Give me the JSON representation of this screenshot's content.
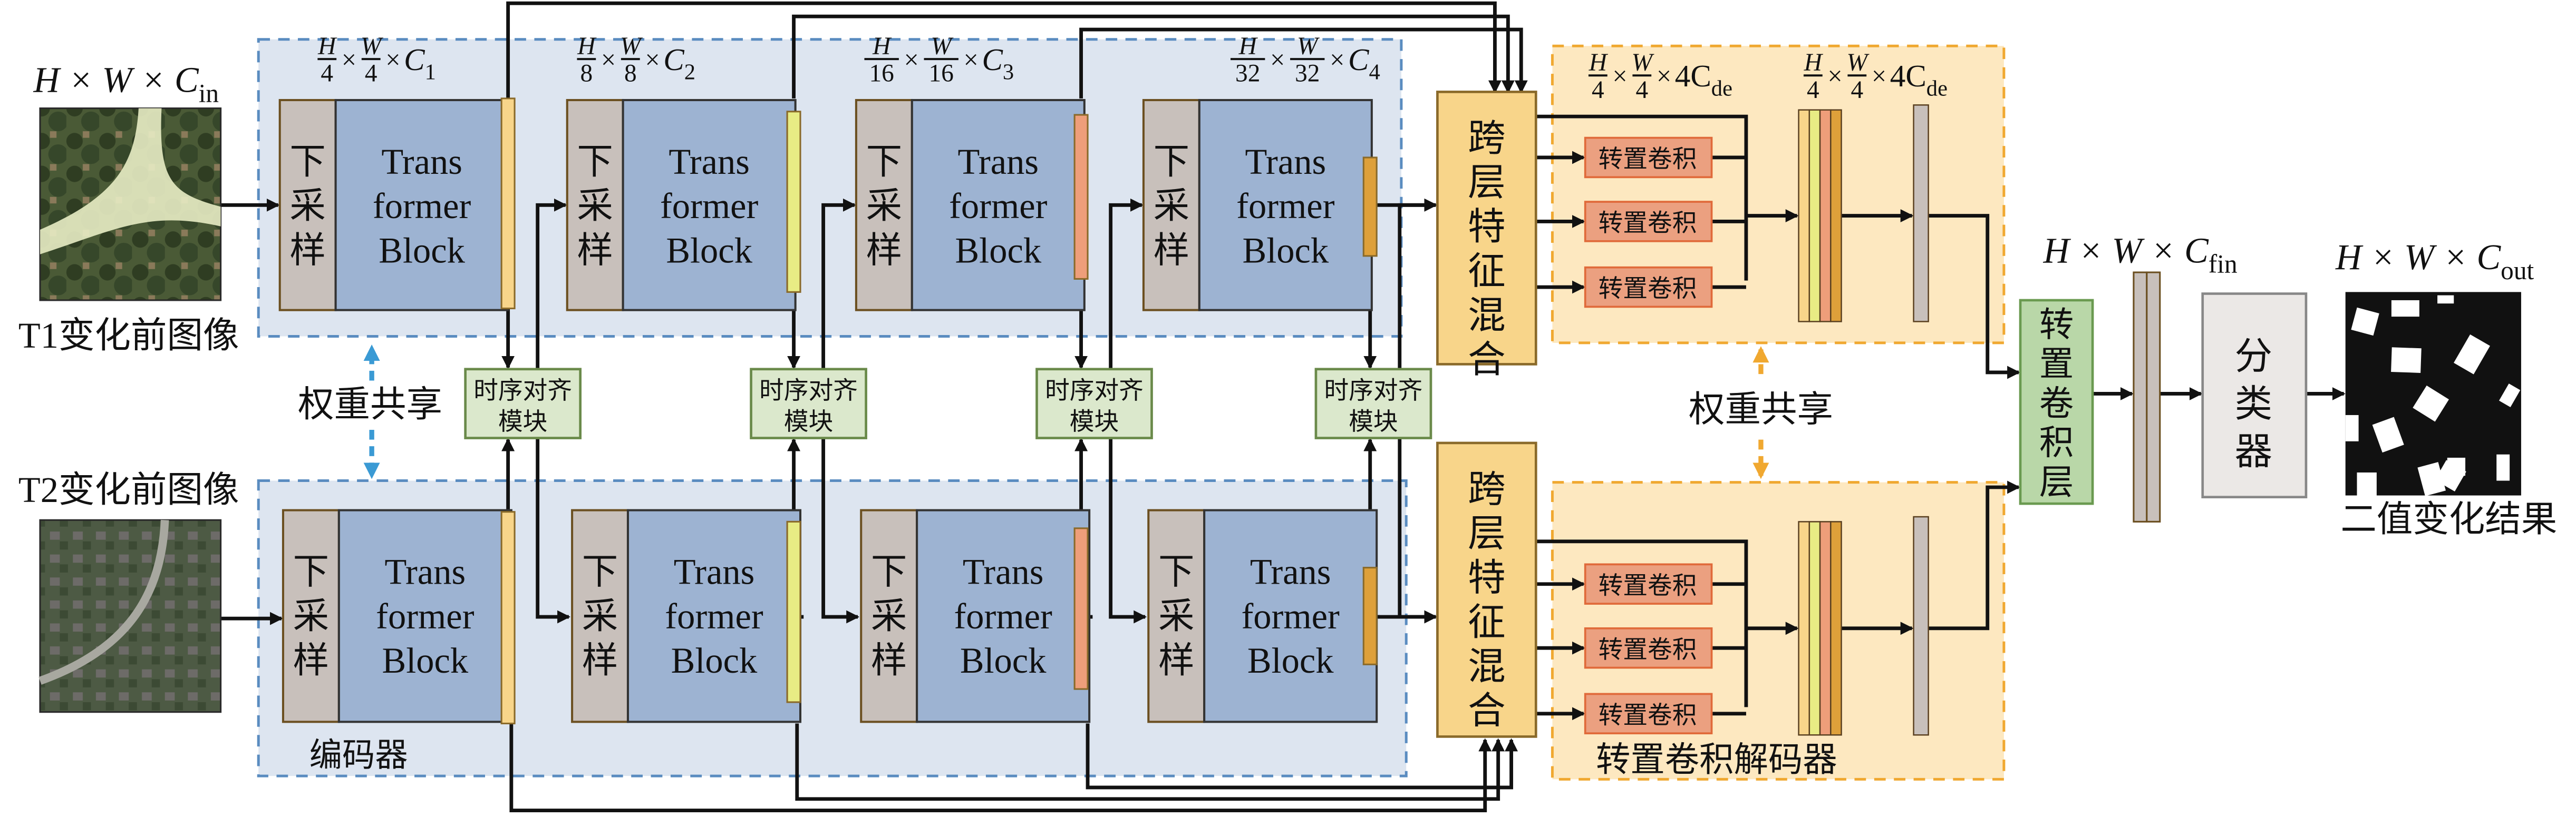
{
  "title": "Dual-branch Transformer change detection network architecture",
  "inputs": {
    "t1": {
      "label": "T1变化前图像",
      "dim": {
        "base": "H × W × C",
        "sub": "in"
      }
    },
    "t2": {
      "label": "T2变化前图像"
    }
  },
  "encoder": {
    "label": "编码器",
    "stages": [
      {
        "down": [
          "下",
          "采",
          "样"
        ],
        "block": [
          "Trans",
          "former",
          "Block"
        ],
        "dim": {
          "h": "H",
          "hd": "4",
          "w": "W",
          "wd": "4",
          "c": "C",
          "csub": "1"
        }
      },
      {
        "down": [
          "下",
          "采",
          "样"
        ],
        "block": [
          "Trans",
          "former",
          "Block"
        ],
        "dim": {
          "h": "H",
          "hd": "8",
          "w": "W",
          "wd": "8",
          "c": "C",
          "csub": "2"
        }
      },
      {
        "down": [
          "下",
          "采",
          "样"
        ],
        "block": [
          "Trans",
          "former",
          "Block"
        ],
        "dim": {
          "h": "H",
          "hd": "16",
          "w": "W",
          "wd": "16",
          "c": "C",
          "csub": "3"
        }
      },
      {
        "down": [
          "下",
          "采",
          "样"
        ],
        "block": [
          "Trans",
          "former",
          "Block"
        ],
        "dim": {
          "h": "H",
          "hd": "32",
          "w": "W",
          "wd": "32",
          "c": "C",
          "csub": "4"
        }
      }
    ],
    "feature_colors": [
      "#f8d58a",
      "#e8ec84",
      "#ee9e7a",
      "#dea03a"
    ]
  },
  "alignment_module": {
    "line1": "时序对齐",
    "line2": "模块",
    "count": 4
  },
  "weight_sharing": {
    "label": "权重共享"
  },
  "cross_layer_mixing": {
    "chars": [
      "跨",
      "层",
      "特",
      "征",
      "混",
      "合"
    ]
  },
  "decoder": {
    "label": "转置卷积解码器",
    "tconv_label": "转置卷积",
    "dim1": {
      "h": "H",
      "hd": "4",
      "w": "W",
      "wd": "4",
      "c": "4C",
      "csub": "de"
    },
    "dim2": {
      "h": "H",
      "hd": "4",
      "w": "W",
      "wd": "4",
      "c": "4C",
      "csub": "de"
    }
  },
  "tconv_layer": {
    "chars": [
      "转",
      "置",
      "卷",
      "积",
      "层"
    ]
  },
  "final_dim": {
    "base": "H × W × C",
    "sub": "fin"
  },
  "classifier": {
    "chars": [
      "分",
      "类",
      "器"
    ]
  },
  "output": {
    "label": "二值变化结果",
    "dim": {
      "base": "H × W × C",
      "sub": "out"
    }
  },
  "colors": {
    "encoder_bg": "#dde5f0",
    "encoder_border": "#5a8cc0",
    "block_fill": "#9db3d2",
    "down_fill": "#c8c0bb",
    "mix_fill": "#f8d58a",
    "decoder_bg": "#fde8c0",
    "decoder_border": "#f0a830",
    "tconv_fill": "#eba080",
    "align_fill": "#dbe8cc",
    "tconv_layer_fill": "#b9d7a8",
    "classifier_fill": "#ebe8e6",
    "share_blue": "#3a9ad4",
    "share_orange": "#f0a830"
  }
}
